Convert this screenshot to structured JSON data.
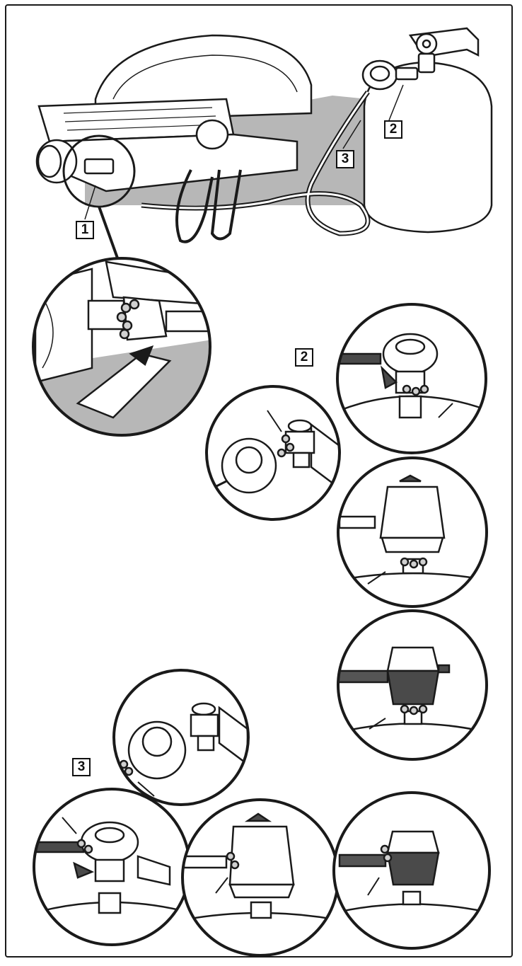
{
  "callouts": {
    "hose_connection": "1",
    "regulator_connection": "2",
    "hose_regulator_connection": "3"
  },
  "section_labels": {
    "regulator_section": "2",
    "hose_section": "3"
  },
  "colors": {
    "line": "#1a1a1a",
    "shade": "#b7b7b7",
    "dark_fill": "#4a4a4a",
    "hose": "#555555",
    "bubbles": "#d0d0d0"
  }
}
